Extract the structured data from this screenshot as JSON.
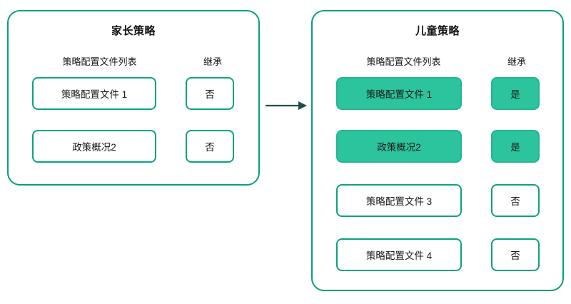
{
  "diagram": {
    "type": "flow",
    "background": "#ffffff",
    "accent_border": "#07a07a",
    "chip_border": "#0aa37d",
    "chip_fill_highlight": "#2cc49c",
    "arrow_color": "#1f4e4a",
    "connector": {
      "name": "inheritance-arrow",
      "from": "家长策略",
      "to": "儿童策略",
      "label": ""
    },
    "panels": [
      {
        "id": "parent-policy",
        "title": "家长策略",
        "headers": {
          "profiles": "策略配置文件列表",
          "inherit": "继承"
        },
        "rows": [
          {
            "profile": "策略配置文件 1",
            "inherit": "否",
            "highlighted": false
          },
          {
            "profile": "政策概况2",
            "inherit": "否",
            "highlighted": false
          }
        ]
      },
      {
        "id": "child-policy",
        "title": "儿童策略",
        "headers": {
          "profiles": "策略配置文件列表",
          "inherit": "继承"
        },
        "rows": [
          {
            "profile": "策略配置文件 1",
            "inherit": "是",
            "highlighted": true
          },
          {
            "profile": "政策概况2",
            "inherit": "是",
            "highlighted": true
          },
          {
            "profile": "策略配置文件 3",
            "inherit": "否",
            "highlighted": false
          },
          {
            "profile": "策略配置文件 4",
            "inherit": "否",
            "highlighted": false
          }
        ]
      }
    ]
  }
}
